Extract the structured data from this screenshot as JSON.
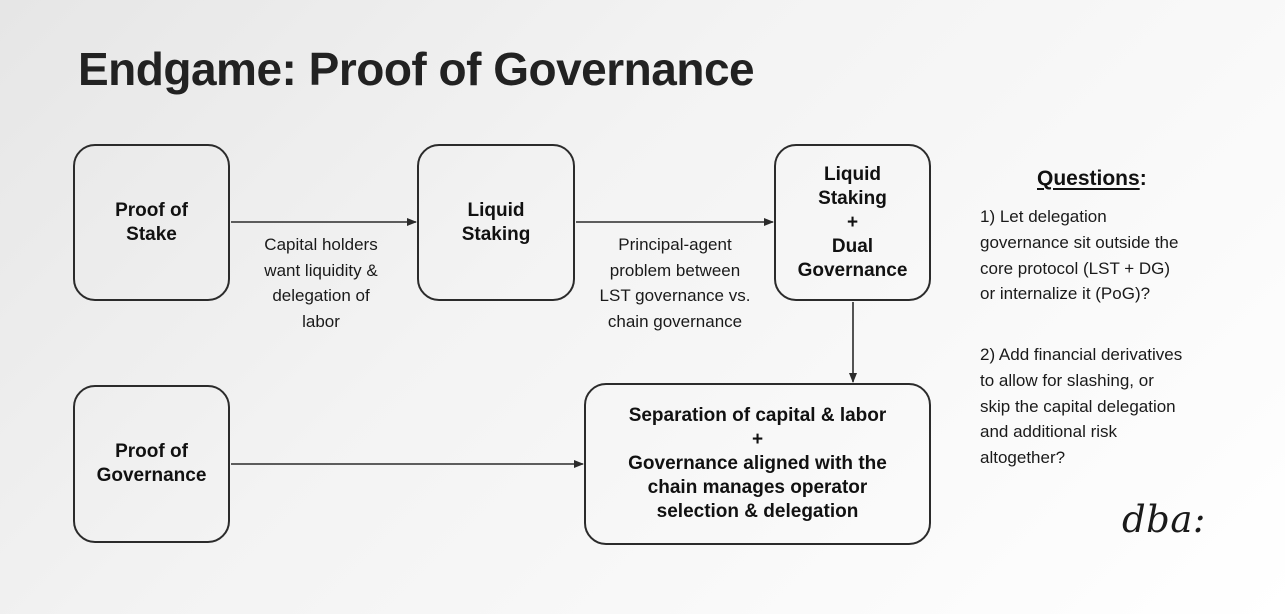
{
  "title": "Endgame: Proof of Governance",
  "nodes": {
    "pos": "Proof of\nStake",
    "ls": "Liquid\nStaking",
    "lsdg": "Liquid\nStaking\n+\nDual\nGovernance",
    "pog": "Proof of\nGovernance",
    "sep": "Separation of capital & labor\n+\nGovernance aligned with the\nchain manages operator\nselection & delegation"
  },
  "edges": {
    "pos_to_ls": "Capital holders\nwant liquidity &\ndelegation of\nlabor",
    "ls_to_lsdg": "Principal-agent\nproblem between\nLST governance vs.\nchain governance"
  },
  "questions": {
    "title": "Questions",
    "title_suffix": ":",
    "q1": "1) Let delegation\ngovernance sit outside the\ncore protocol (LST + DG)\nor internalize it (PoG)?",
    "q2": "2) Add financial derivatives\nto allow for slashing, or\nskip the capital delegation\nand additional risk\naltogether?"
  },
  "logo": "dba:",
  "colors": {
    "ink": "#2b2b2b",
    "background_start": "#e6e6e6",
    "background_end": "#ffffff"
  }
}
